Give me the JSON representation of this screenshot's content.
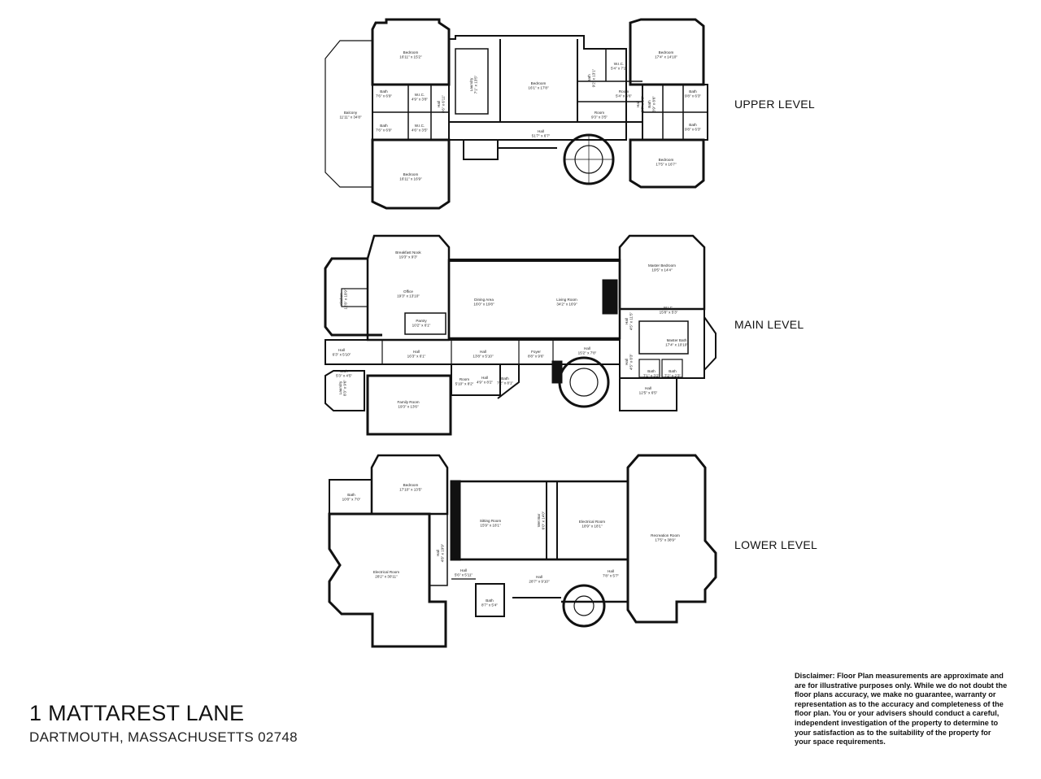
{
  "address": {
    "street": "1 MATTAREST LANE",
    "city_state": "DARTMOUTH, MASSACHUSETTS 02748"
  },
  "disclaimer": "Disclaimer: Floor Plan measurements are approximate and are for illustrative purposes only. While we do not doubt the floor plans accuracy, we make no guarantee, warranty or representation as to the accuracy and completeness of the floor plan. You or your advisers should conduct a careful, independent investigation of the property to determine to your satisfaction as to the suitability of the property for your space requirements.",
  "levels": {
    "upper": {
      "label": "UPPER LEVEL",
      "rooms": [
        {
          "id": "u1",
          "name": "Bedroom",
          "dims": "16'11\" x 15'2\""
        },
        {
          "id": "u2",
          "name": "Balcony",
          "dims": "11'11\" x 34'8\""
        },
        {
          "id": "u3",
          "name": "Bath",
          "dims": "7'6\" x 6'9\""
        },
        {
          "id": "u4",
          "name": "W.I.C.",
          "dims": "4'9\" x 3'8\""
        },
        {
          "id": "u5",
          "name": "Bath",
          "dims": "7'6\" x 6'9\""
        },
        {
          "id": "u6",
          "name": "W.I.C.",
          "dims": "4'6\" x 3'5\""
        },
        {
          "id": "u7",
          "name": "Hall",
          "dims": "3'6\" x 6'11\""
        },
        {
          "id": "u8",
          "name": "Bedroom",
          "dims": "16'11\" x 16'9\""
        },
        {
          "id": "u9",
          "name": "Laundry",
          "dims": "7'1\" x 13'5\""
        },
        {
          "id": "u10",
          "name": "Bedroom",
          "dims": "16'1\" x 17'8\""
        },
        {
          "id": "u11",
          "name": "Hall",
          "dims": "51'7\" x 6'7\""
        },
        {
          "id": "u12",
          "name": "Bath",
          "dims": "9'2\" x 13'1\""
        },
        {
          "id": "u13",
          "name": "W.I.C.",
          "dims": "5'4\" x 7'2\""
        },
        {
          "id": "u14",
          "name": "Room",
          "dims": "5'4\" x 6'6\""
        },
        {
          "id": "u15",
          "name": "Room",
          "dims": "9'3\" x 3'5\""
        },
        {
          "id": "u16",
          "name": "Bedroom",
          "dims": "17'4\" x 14'10\""
        },
        {
          "id": "u17",
          "name": "Hall",
          "dims": "3'7\" x 8'6\""
        },
        {
          "id": "u18",
          "name": "Bath",
          "dims": "3'9\" x 8'6\""
        },
        {
          "id": "u19",
          "name": "Bath",
          "dims": "9'8\" x 6'3\""
        },
        {
          "id": "u20",
          "name": "Bath",
          "dims": "9'8\" x 6'3\""
        },
        {
          "id": "u21",
          "name": "Bedroom",
          "dims": "17'5\" x 16'7\""
        }
      ]
    },
    "main": {
      "label": "MAIN LEVEL",
      "rooms": [
        {
          "id": "m1",
          "name": "Breakfast Nook",
          "dims": "19'3\" x 9'3\""
        },
        {
          "id": "m2",
          "name": "Office",
          "dims": "19'3\" x 13'10\""
        },
        {
          "id": "m3",
          "name": "Kitchen",
          "dims": "12'8\" x 18'9\""
        },
        {
          "id": "m4",
          "name": "Pantry",
          "dims": "10'2\" x 6'1\""
        },
        {
          "id": "m5",
          "name": "Dining Area",
          "dims": "16'0\" x 19'8\""
        },
        {
          "id": "m6",
          "name": "Living Room",
          "dims": "34'2\" x 16'9\""
        },
        {
          "id": "m7",
          "name": "Master Bedroom",
          "dims": "19'5\" x 14'4\""
        },
        {
          "id": "m8",
          "name": "W.I.C.",
          "dims": "15'8\" x 5'3\""
        },
        {
          "id": "m9",
          "name": "Hall",
          "dims": "4'5\" x 11'5\""
        },
        {
          "id": "m10",
          "name": "Master Bath",
          "dims": "17'4\" x 10'10\""
        },
        {
          "id": "m11",
          "name": "Hall",
          "dims": "6'3\" x 5'10\""
        },
        {
          "id": "m12",
          "name": "Hall",
          "dims": "16'3\" x 6'1\""
        },
        {
          "id": "m13",
          "name": "Hall",
          "dims": "13'8\" x 5'10\""
        },
        {
          "id": "m14",
          "name": "Foyer",
          "dims": "8'8\" x 9'6\""
        },
        {
          "id": "m15",
          "name": "Hall",
          "dims": "15'2\" x 7'8\""
        },
        {
          "id": "m16",
          "name": "Hall",
          "dims": "4'5\" x 8'3\""
        },
        {
          "id": "m17",
          "name": "Bath",
          "dims": "7'1\" x 3'2\""
        },
        {
          "id": "m18",
          "name": "Bath",
          "dims": "7'2\" x 2'3\""
        },
        {
          "id": "m19",
          "name": "Bath",
          "dims": "5'3\" x 4'5\""
        },
        {
          "id": "m20",
          "name": "Laundry",
          "dims": "8'3\" x 9'6\""
        },
        {
          "id": "m21",
          "name": "Room",
          "dims": "5'10\" x 8'2\""
        },
        {
          "id": "m22",
          "name": "Hall",
          "dims": "4'9\" x 8'2\""
        },
        {
          "id": "m23",
          "name": "Bath",
          "dims": "7'2\" x 8'1\""
        },
        {
          "id": "m24",
          "name": "Family Room",
          "dims": "19'3\" x 13'6\""
        },
        {
          "id": "m25",
          "name": "Hall",
          "dims": "12'5\" x 6'5\""
        }
      ]
    },
    "lower": {
      "label": "LOWER LEVEL",
      "rooms": [
        {
          "id": "l1",
          "name": "Bath",
          "dims": "10'0\" x 7'0\""
        },
        {
          "id": "l2",
          "name": "Bedroom",
          "dims": "17'10\" x 13'5\""
        },
        {
          "id": "l3",
          "name": "Electrical Room",
          "dims": "28'2\" x 30'11\""
        },
        {
          "id": "l4",
          "name": "Hall",
          "dims": "4'8\" x 19'9\""
        },
        {
          "id": "l5",
          "name": "Sitting Room",
          "dims": "15'9\" x 18'1\""
        },
        {
          "id": "l6",
          "name": "Wet Bar",
          "dims": "6'0\" x 14'0\""
        },
        {
          "id": "l7",
          "name": "Electrical Room",
          "dims": "18'9\" x 18'1\""
        },
        {
          "id": "l8",
          "name": "Recreation Room",
          "dims": "17'5\" x 38'9\""
        },
        {
          "id": "l9",
          "name": "Hall",
          "dims": "5'6\" x 5'11\""
        },
        {
          "id": "l10",
          "name": "Hall",
          "dims": "28'7\" x 9'10\""
        },
        {
          "id": "l11",
          "name": "Hall",
          "dims": "7'8\" x 5'7\""
        },
        {
          "id": "l12",
          "name": "Bath",
          "dims": "8'7\" x 5'4\""
        }
      ]
    }
  }
}
